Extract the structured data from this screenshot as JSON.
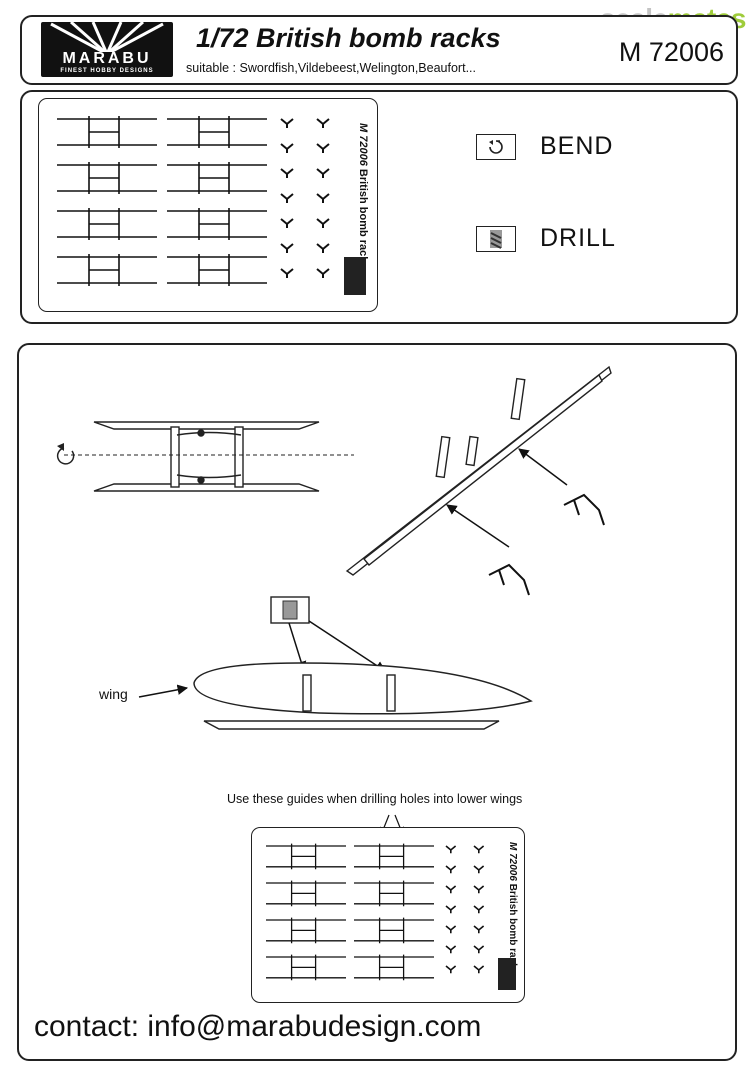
{
  "watermark": {
    "part1": "scale",
    "part2": "mates"
  },
  "header": {
    "logo_text": "MARABU",
    "logo_sub": "FINEST HOBBY DESIGNS",
    "title": "1/72 British bomb racks",
    "suitable": "suitable : Swordfish,Vildebeest,Welington,Beaufort...",
    "code": "M 72006"
  },
  "fret": {
    "code": "M 72006",
    "name": "British bomb racks"
  },
  "legend": {
    "bend_icon": "bend-arrow-icon",
    "bend_label": "BEND",
    "drill_icon": "drill-bit-icon",
    "drill_label": "DRILL"
  },
  "instructions": {
    "wing_label": "wing",
    "guide_note": "Use these guides when drilling holes into lower wings"
  },
  "contact": "contact: info@marabudesign.com"
}
